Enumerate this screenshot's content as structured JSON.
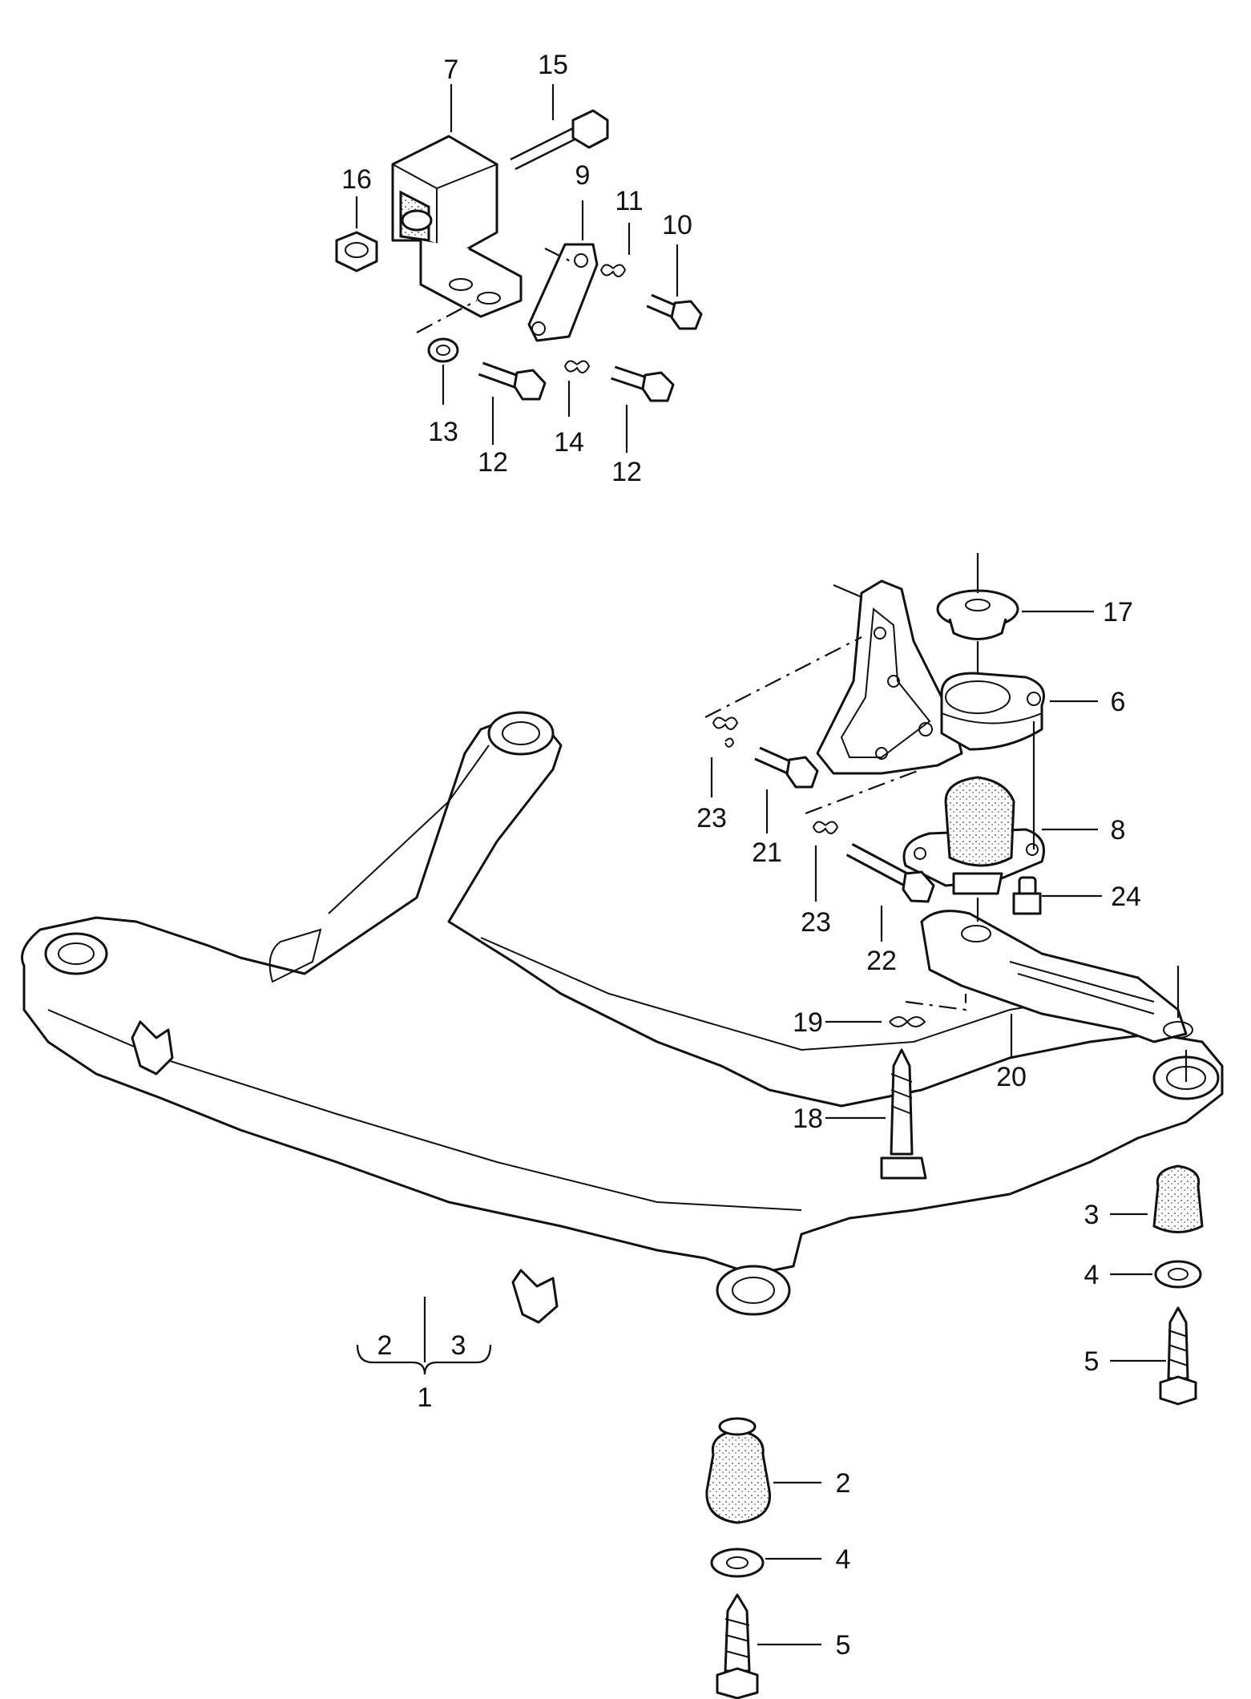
{
  "diagram": {
    "callouts": [
      {
        "id": "c7",
        "text": "7"
      },
      {
        "id": "c15",
        "text": "15"
      },
      {
        "id": "c16",
        "text": "16"
      },
      {
        "id": "c9",
        "text": "9"
      },
      {
        "id": "c11",
        "text": "11"
      },
      {
        "id": "c10",
        "text": "10"
      },
      {
        "id": "c13",
        "text": "13"
      },
      {
        "id": "c12a",
        "text": "12"
      },
      {
        "id": "c14",
        "text": "14"
      },
      {
        "id": "c12b",
        "text": "12"
      },
      {
        "id": "c17",
        "text": "17"
      },
      {
        "id": "c6",
        "text": "6"
      },
      {
        "id": "c23a",
        "text": "23"
      },
      {
        "id": "c21",
        "text": "21"
      },
      {
        "id": "c8",
        "text": "8"
      },
      {
        "id": "c23b",
        "text": "23"
      },
      {
        "id": "c24",
        "text": "24"
      },
      {
        "id": "c22",
        "text": "22"
      },
      {
        "id": "c19",
        "text": "19"
      },
      {
        "id": "c20",
        "text": "20"
      },
      {
        "id": "c18",
        "text": "18"
      },
      {
        "id": "c3a",
        "text": "3"
      },
      {
        "id": "c4a",
        "text": "4"
      },
      {
        "id": "c5a",
        "text": "5"
      },
      {
        "id": "c2sub",
        "text": "2"
      },
      {
        "id": "c3sub",
        "text": "3"
      },
      {
        "id": "c1",
        "text": "1"
      },
      {
        "id": "c2b",
        "text": "2"
      },
      {
        "id": "c4b",
        "text": "4"
      },
      {
        "id": "c5b",
        "text": "5"
      }
    ]
  }
}
